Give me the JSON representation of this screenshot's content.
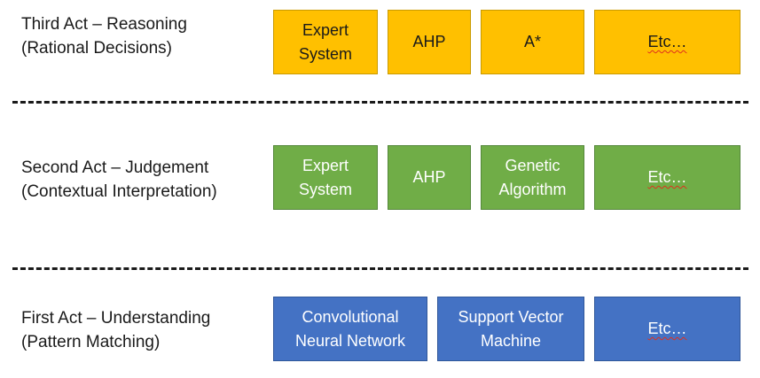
{
  "acts": [
    {
      "title": "Third Act – Reasoning",
      "subtitle": "(Rational Decisions)",
      "color": "#ffc000",
      "boxes": [
        "Expert\nSystem",
        "AHP",
        "A*",
        "Etc…"
      ]
    },
    {
      "title": "Second Act – Judgement",
      "subtitle": "(Contextual Interpretation)",
      "color": "#70ad47",
      "boxes": [
        "Expert\nSystem",
        "AHP",
        "Genetic\nAlgorithm",
        "Etc…"
      ]
    },
    {
      "title": "First Act – Understanding",
      "subtitle": "(Pattern Matching)",
      "color": "#4472c4",
      "boxes": [
        "Convolutional\nNeural Network",
        "Support Vector\nMachine",
        "Etc…"
      ]
    }
  ]
}
